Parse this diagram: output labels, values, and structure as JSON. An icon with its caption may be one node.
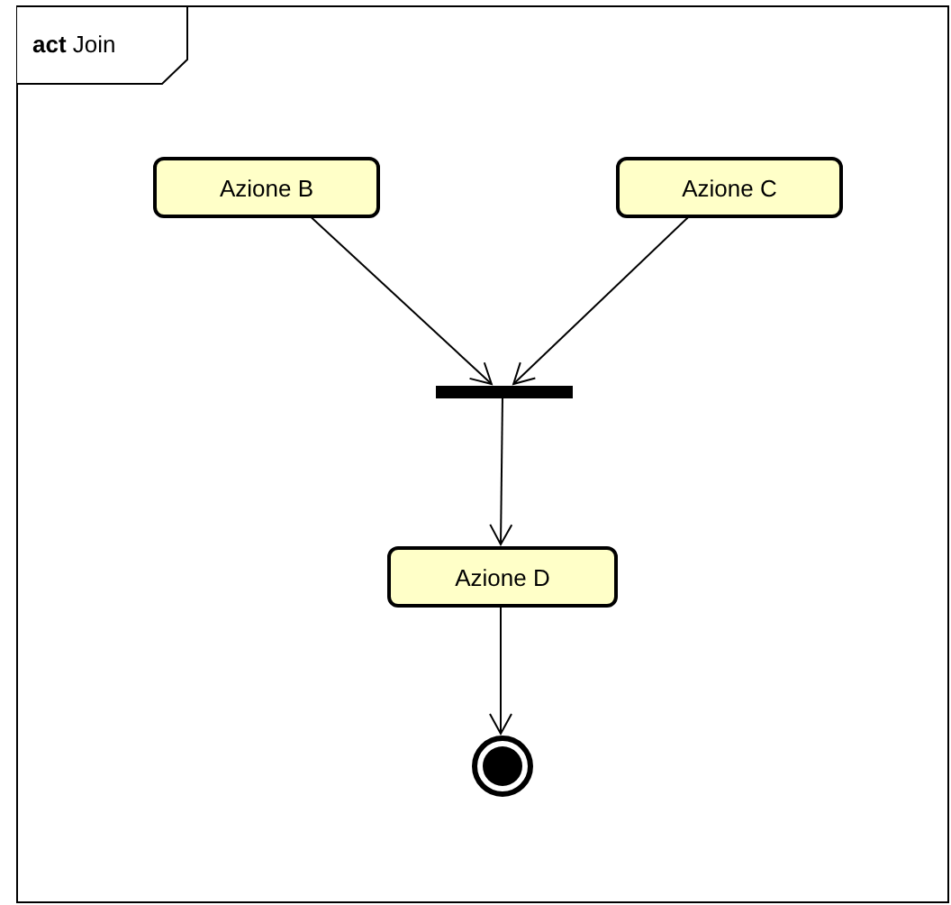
{
  "diagram": {
    "nodes": [
      {
        "text": [
          "**act** Join"
        ]
      },
      {
        "text": [
          "Azione B"
        ],
        "in": 0
      },
      {
        "text": [
          "Azione C"
        ],
        "in": 0
      },
      {
        "text": [],
        "shape": "bar",
        "in": 0
      },
      {
        "text": [
          "Azione D"
        ],
        "in": 0
      },
      {
        "text": [],
        "shape": "circle",
        "in": 0
      }
    ],
    "edges": [
      {
        "from": 1,
        "to": 3,
        "arrow": "to"
      },
      {
        "from": 2,
        "to": 3,
        "arrow": "to"
      },
      {
        "from": 3,
        "to": 4,
        "arrow": "to"
      },
      {
        "from": 4,
        "to": 5,
        "arrow": "to"
      }
    ]
  }
}
